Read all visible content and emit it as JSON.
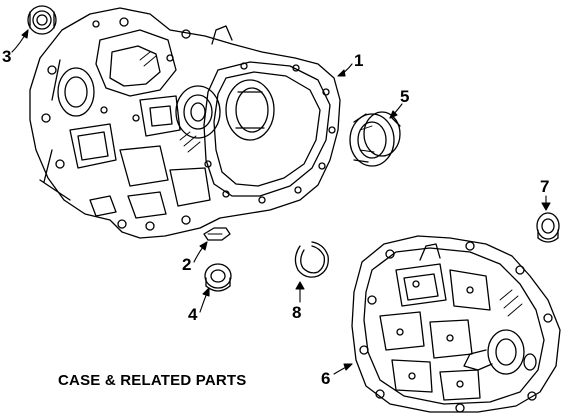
{
  "diagram": {
    "caption": "CASE & RELATED PARTS",
    "callouts": [
      {
        "id": "1",
        "label": "1",
        "part": "transaxle case (front)"
      },
      {
        "id": "2",
        "label": "2",
        "part": "plug / cover"
      },
      {
        "id": "3",
        "label": "3",
        "part": "bearing"
      },
      {
        "id": "4",
        "label": "4",
        "part": "bearing"
      },
      {
        "id": "5",
        "label": "5",
        "part": "bearing"
      },
      {
        "id": "6",
        "label": "6",
        "part": "transaxle case (rear)"
      },
      {
        "id": "7",
        "label": "7",
        "part": "bearing"
      },
      {
        "id": "8",
        "label": "8",
        "part": "snap ring"
      }
    ],
    "colors": {
      "line": "#000000",
      "background": "#ffffff"
    }
  }
}
